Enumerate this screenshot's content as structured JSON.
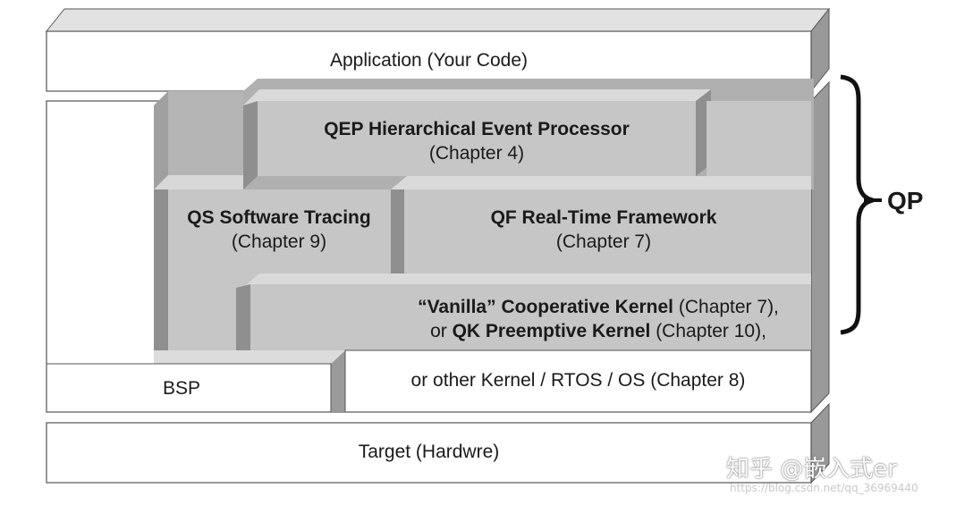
{
  "diagram": {
    "application": {
      "text": "Application (Your Code)"
    },
    "qep": {
      "title": "QEP Hierarchical Event Processor",
      "chapter": "(Chapter 4)"
    },
    "qs": {
      "title": "QS Software Tracing",
      "chapter": "(Chapter 9)"
    },
    "qf": {
      "title": "QF Real-Time Framework",
      "chapter": "(Chapter 7)"
    },
    "kernel": {
      "line1_bold": "“Vanilla” Cooperative Kernel",
      "line1_rest": " (Chapter 7),",
      "line2_prefix": "or ",
      "line2_bold": "QK Preemptive Kernel",
      "line2_rest": " (Chapter 10),"
    },
    "bsp": {
      "text": "BSP"
    },
    "other_kernel": {
      "text": "or other Kernel / RTOS / OS (Chapter 8)"
    },
    "target": {
      "text": "Target (Hardwre)"
    },
    "qp_bracket": {
      "label": "QP"
    }
  },
  "watermark": {
    "line1": "知乎 @嵌入式er",
    "line2": "https://blog.csdn.net/qq_36969440"
  },
  "colors": {
    "layer_fill": "#c8c8c8",
    "layer_side": "#909090",
    "layer_top": "#dcdcdc",
    "white_box": "#ffffff"
  }
}
